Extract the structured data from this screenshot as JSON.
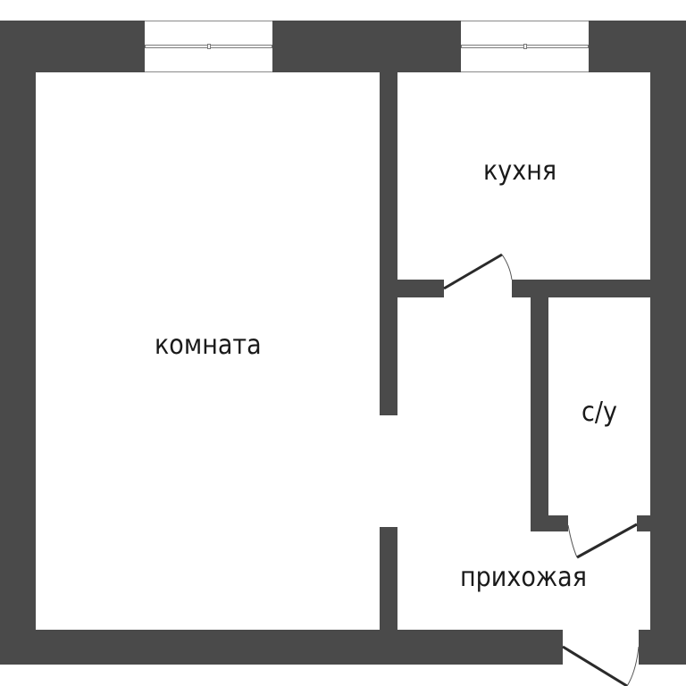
{
  "plan": {
    "wall_color": "#4a4a4a",
    "background": "#ffffff",
    "rooms": [
      {
        "id": "room",
        "label": "комната"
      },
      {
        "id": "kitchen",
        "label": "кухня"
      },
      {
        "id": "bathroom",
        "label": "с/у"
      },
      {
        "id": "hallway",
        "label": "прихожая"
      }
    ],
    "windows": [
      {
        "id": "window-room"
      },
      {
        "id": "window-kitchen"
      }
    ],
    "doors": [
      {
        "id": "door-kitchen"
      },
      {
        "id": "door-bathroom"
      },
      {
        "id": "door-entrance"
      }
    ]
  }
}
